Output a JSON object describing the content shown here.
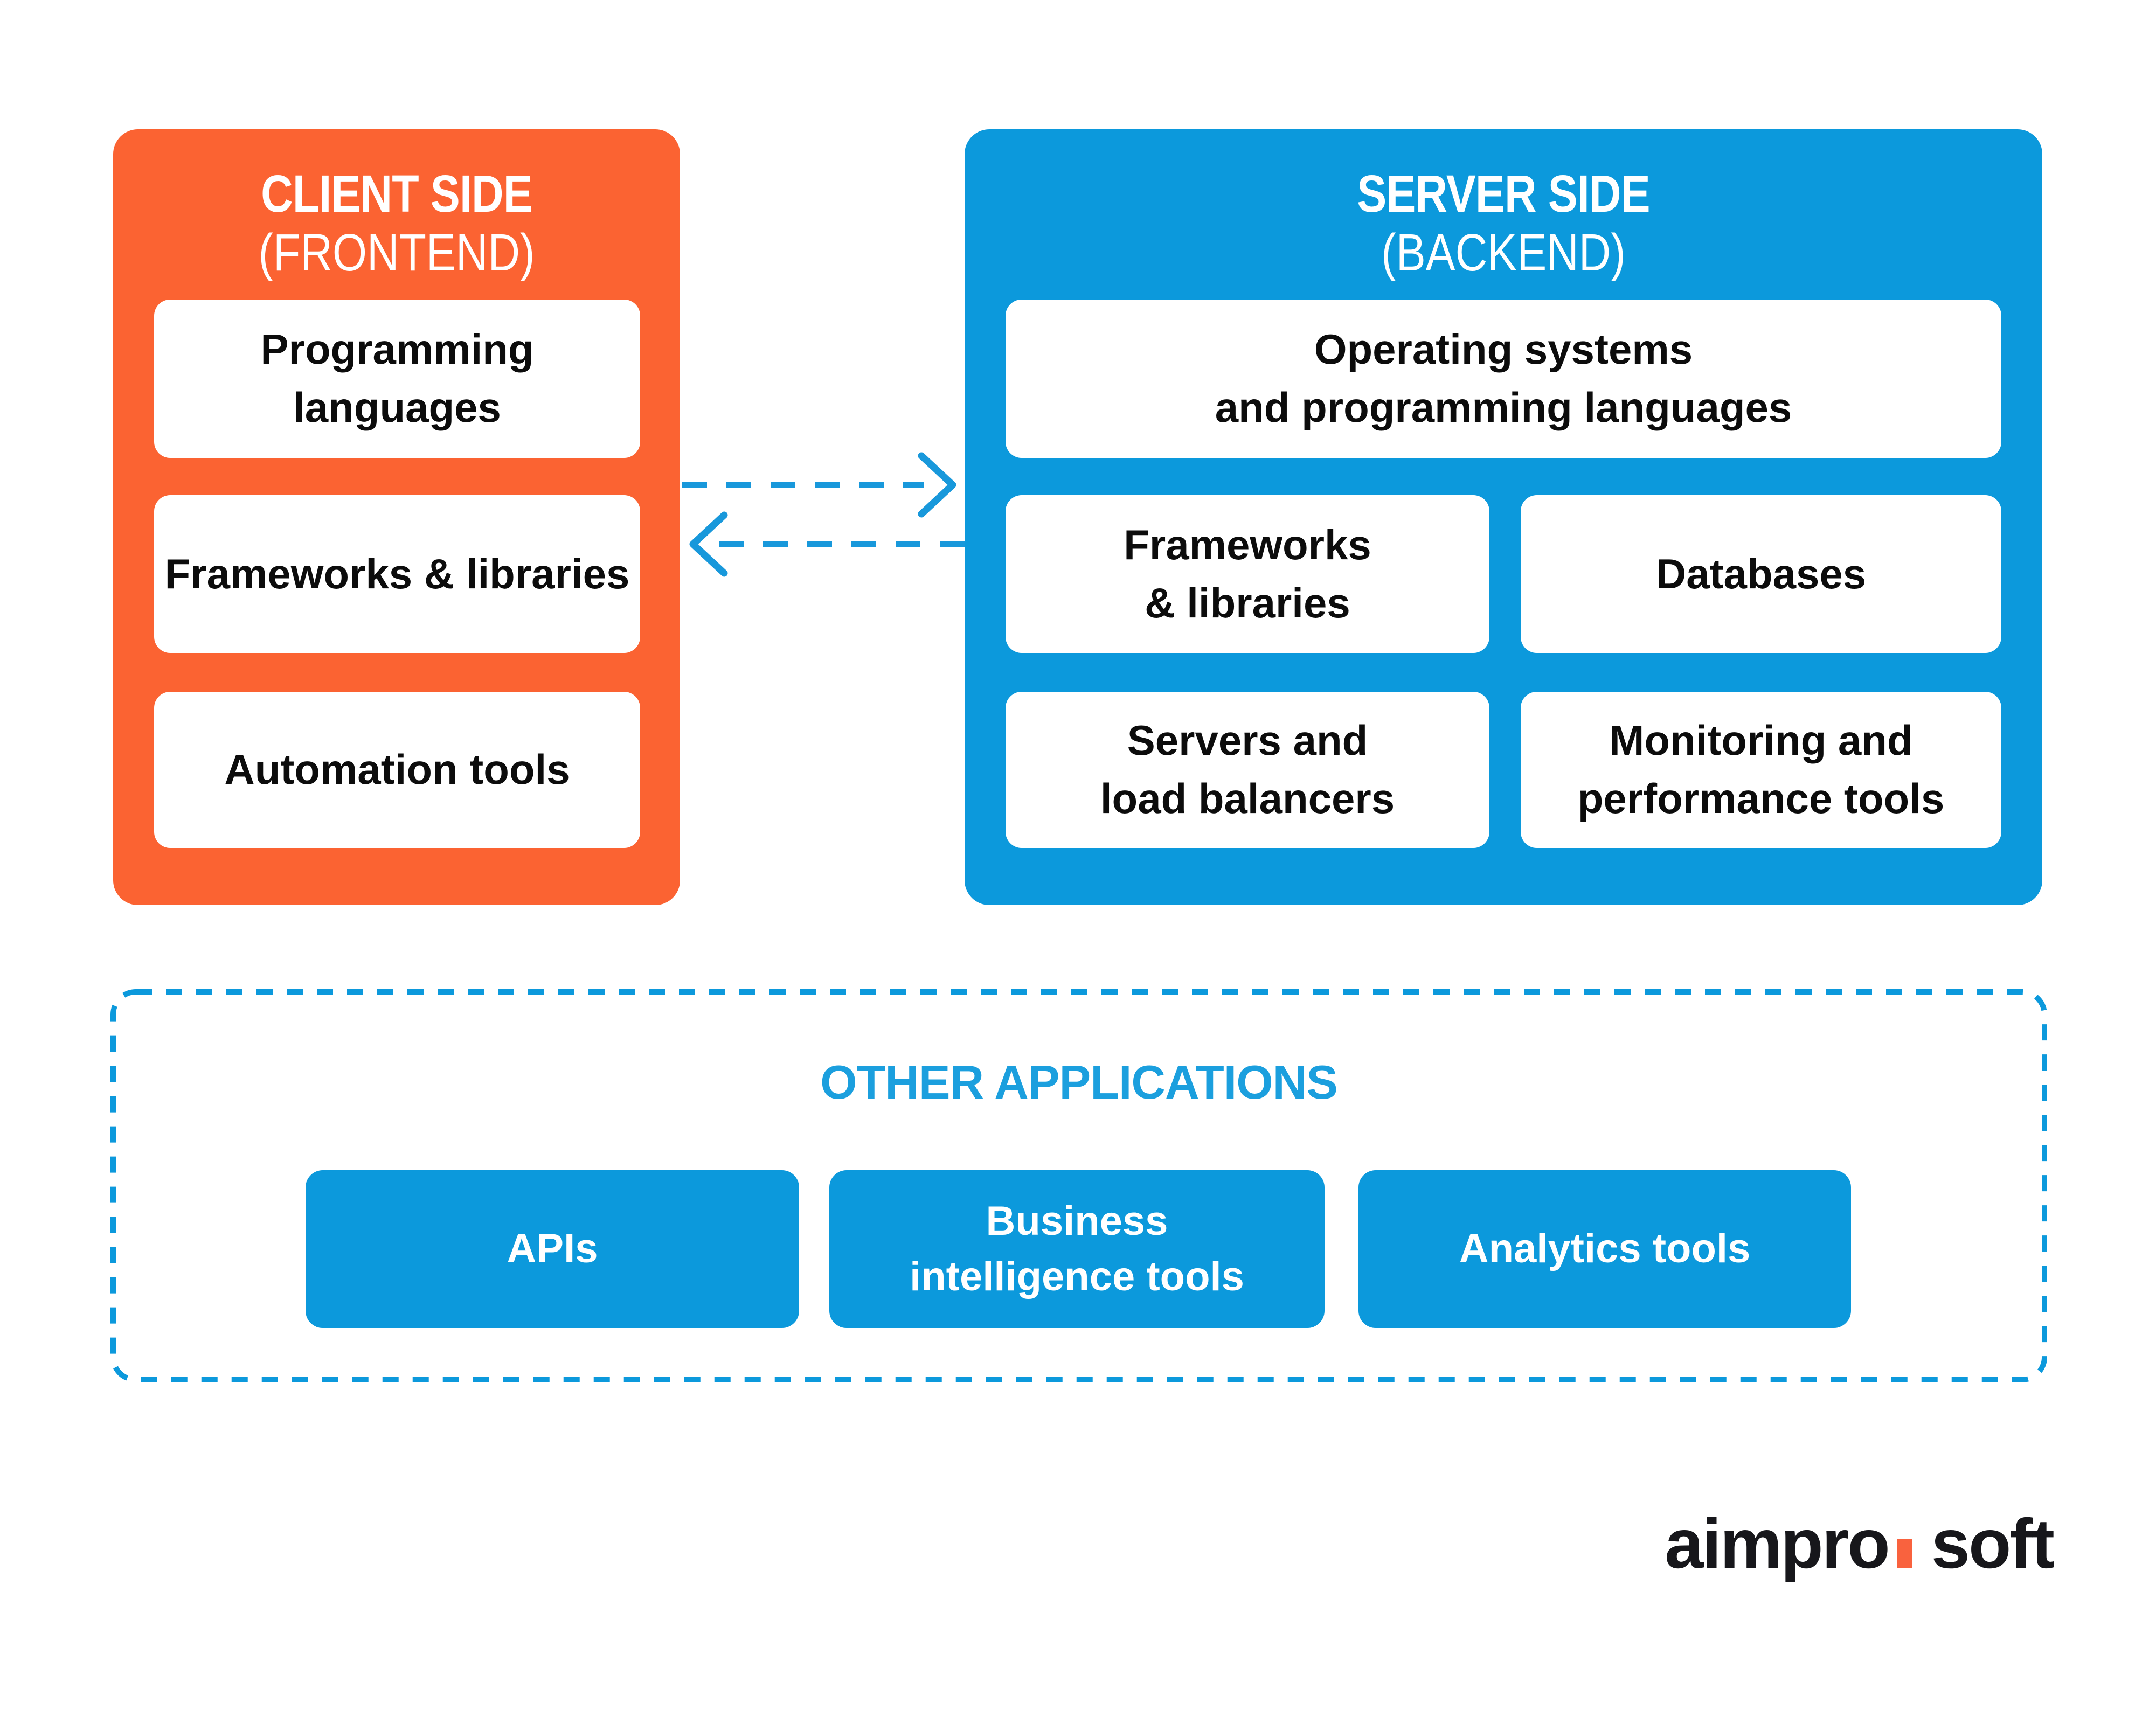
{
  "colors": {
    "orange": "#FB6332",
    "blue": "#0C99DC",
    "arrow_blue": "#1898DB",
    "title_blue": "#1B9FDE",
    "text_dark": "#0C0C0C",
    "white": "#FFFFFF",
    "logo_black": "#17171B",
    "logo_dot": "#F9623E"
  },
  "client_side": {
    "title": "CLIENT SIDE",
    "subtitle": "(FRONTEND)",
    "items": [
      {
        "label": "Programming languages"
      },
      {
        "label": "Frameworks & libraries"
      },
      {
        "label": "Automation tools"
      }
    ]
  },
  "server_side": {
    "title": "SERVER SIDE",
    "subtitle": "(BACKEND)",
    "wide_item": {
      "label": "Operating systems\nand programming languages"
    },
    "grid_items": [
      {
        "label": "Frameworks\n& libraries"
      },
      {
        "label": "Databases"
      },
      {
        "label": "Servers and\nload balancers"
      },
      {
        "label": "Monitoring and\nperformance tools"
      }
    ]
  },
  "arrows": {
    "right_icon": "arrow-right-dashed-icon",
    "left_icon": "arrow-left-dashed-icon"
  },
  "other_applications": {
    "title": "OTHER APPLICATIONS",
    "items": [
      {
        "label": "APIs"
      },
      {
        "label": "Business\nintelligence tools"
      },
      {
        "label": "Analytics tools"
      }
    ]
  },
  "logo": {
    "part1": "aimpro",
    "separator_icon": "logo-dot-icon",
    "part2": "soft"
  }
}
